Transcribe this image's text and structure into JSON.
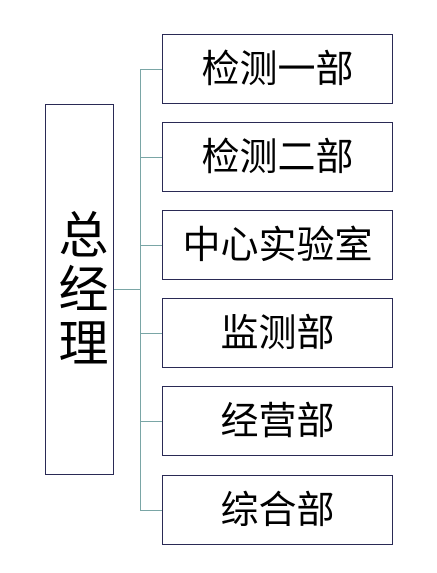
{
  "root": {
    "label": "总经理"
  },
  "departments": [
    {
      "label": "检测一部"
    },
    {
      "label": "检测二部"
    },
    {
      "label": "中心实验室"
    },
    {
      "label": "监测部"
    },
    {
      "label": "经营部"
    },
    {
      "label": "综合部"
    }
  ],
  "colors": {
    "box_border": "#2a2a55",
    "connector": "#7aa6a6",
    "text": "#000000",
    "background": "#ffffff"
  }
}
